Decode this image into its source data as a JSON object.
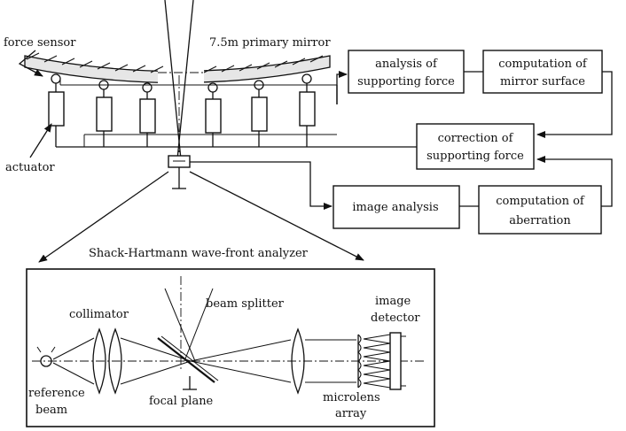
{
  "labels": {
    "force_sensor": "force sensor",
    "primary_mirror": "7.5m primary mirror",
    "actuator": "actuator",
    "shack_hartmann": "Shack-Hartmann wave-front analyzer",
    "collimator": "collimator",
    "beam_splitter": "beam splitter",
    "image_detector_1": "image",
    "image_detector_2": "detector",
    "reference_beam_1": "reference",
    "reference_beam_2": "beam",
    "focal_plane": "focal plane",
    "microlens_array_1": "microlens",
    "microlens_array_2": "array"
  },
  "boxes": {
    "analysis_supporting_force": [
      "analysis of",
      "supporting force"
    ],
    "computation_mirror_surface": [
      "computation of",
      "mirror surface"
    ],
    "correction_supporting_force": [
      "correction of",
      "supporting force"
    ],
    "image_analysis": [
      "image analysis"
    ],
    "computation_aberration": [
      "computation of",
      "aberration"
    ]
  }
}
